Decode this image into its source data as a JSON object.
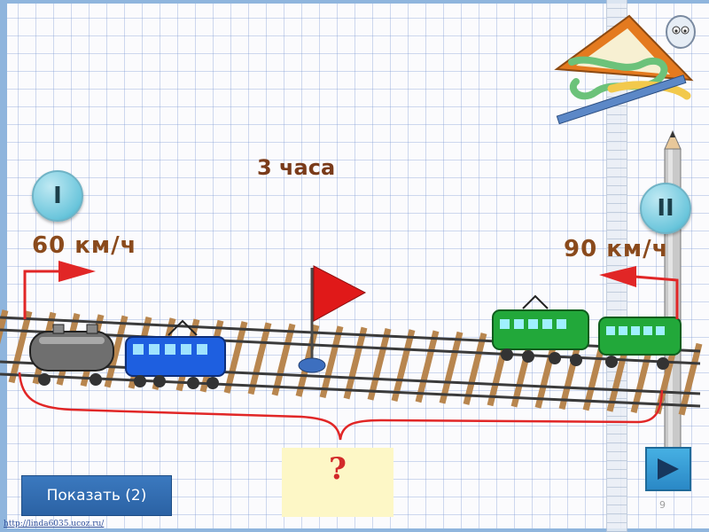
{
  "slide": {
    "time_label": "3 часа",
    "train_left": {
      "marker": "I",
      "speed": "60 км/ч"
    },
    "train_right": {
      "marker": "II",
      "speed": "90 км/ч"
    },
    "unknown_label": "?",
    "show_button_label": "Показать (2)",
    "page_number": "9",
    "site_link": "http://linda6035.ucoz.ru/"
  },
  "icons": {
    "flag": "flag-icon",
    "next": "next-slide-icon",
    "stationery": "stationery-decor-icon",
    "pencil": "pencil-icon"
  },
  "colors": {
    "arrow_red": "#e12626",
    "train_blue": "#1e5fe0",
    "train_green": "#22a83a",
    "tank_gray": "#6f6f6f",
    "button_blue": "#2f6bb0",
    "answer_bg": "#fdf7c6"
  }
}
